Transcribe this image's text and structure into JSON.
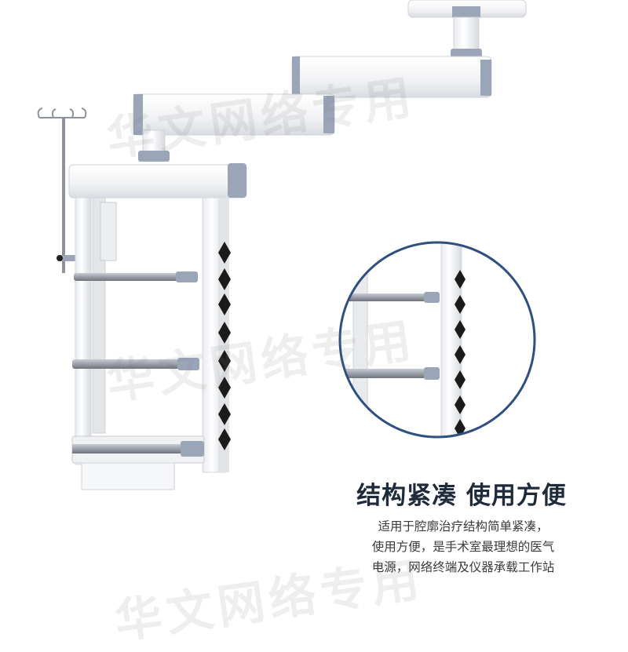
{
  "headline": "结构紧凑 使用方便",
  "description": [
    "适用于腔廓治疗结构简单紧凑，",
    "使用方便，是手术室最理想的医气",
    "电源，网络终端及仪器承载工作站"
  ],
  "watermark": "华文网络专用",
  "colors": {
    "accent": "#2f4f7f",
    "headline": "#1f2a3a",
    "steel": "#9aa6b8",
    "body": "#f4f5f7"
  }
}
